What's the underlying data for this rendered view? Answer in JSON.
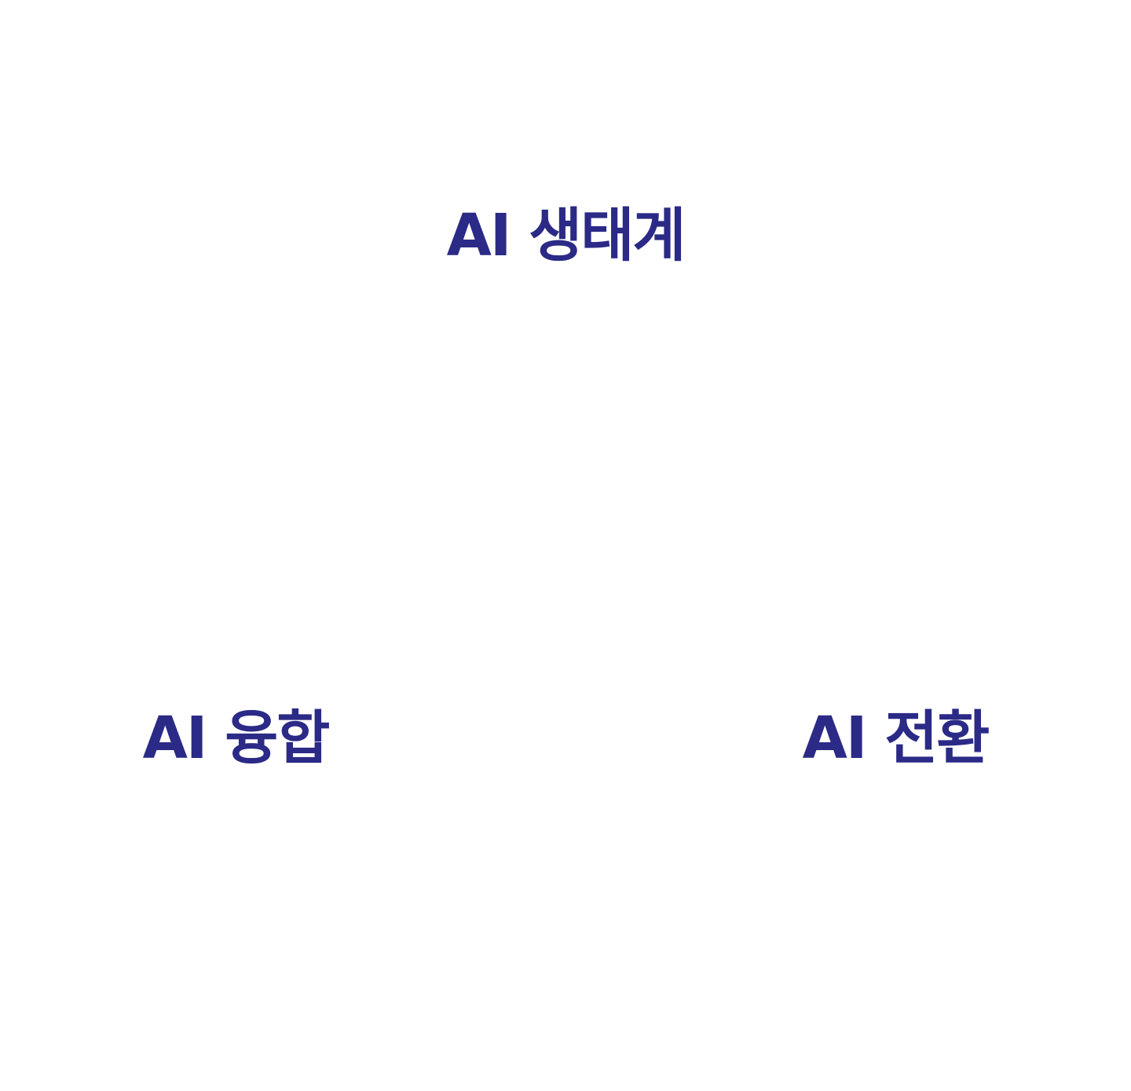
{
  "colors": {
    "label": "#2b2a86",
    "background": "#ffffff"
  },
  "nodes": {
    "top": {
      "label": "AI 생태계"
    },
    "bottom_left": {
      "label": "AI 융합"
    },
    "bottom_right": {
      "label": "AI 전환"
    }
  }
}
